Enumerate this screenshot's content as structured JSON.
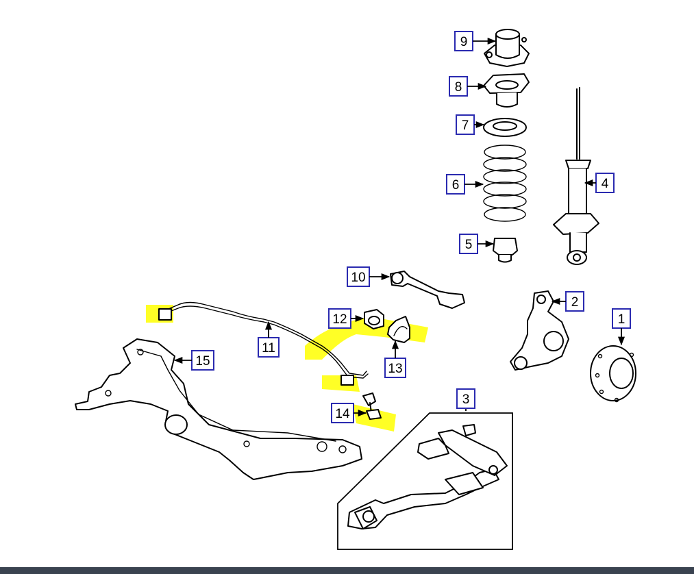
{
  "callouts": {
    "c1": "1",
    "c2": "2",
    "c3": "3",
    "c4": "4",
    "c5": "5",
    "c6": "6",
    "c7": "7",
    "c8": "8",
    "c9": "9",
    "c10": "10",
    "c11": "11",
    "c12": "12",
    "c13": "13",
    "c14": "14",
    "c15": "15"
  },
  "colors": {
    "callout_border": "#2a2ab0",
    "highlight": "#ffff00",
    "bottom_bar": "#3a4350"
  }
}
